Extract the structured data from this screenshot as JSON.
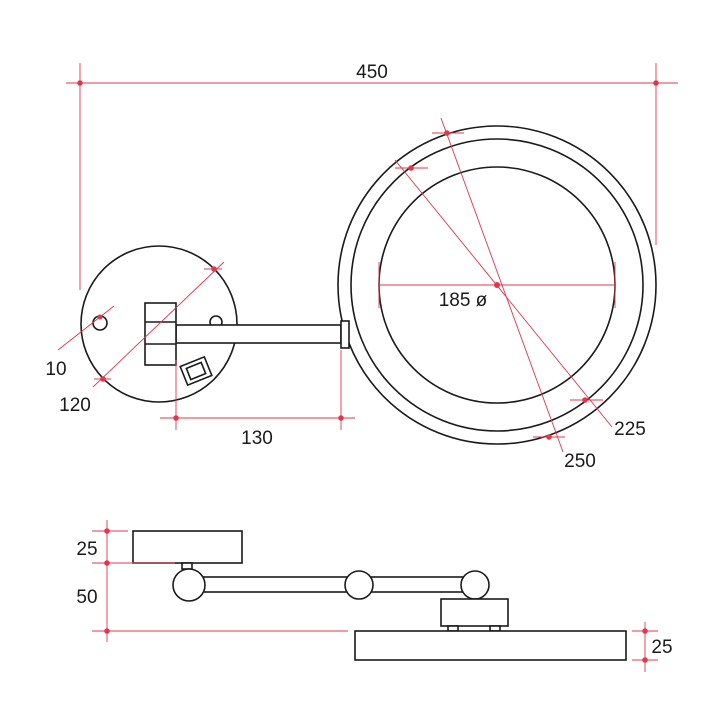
{
  "labels": {
    "overall_width": "450",
    "mirror_diameter": "185 ø",
    "frame_inner": "225",
    "frame_outer": "250",
    "hole": "10",
    "wall_plate": "120",
    "arm_length": "130",
    "plate_depth": "25",
    "arm_offset": "50",
    "mirror_depth": "25"
  },
  "colors": {
    "outline": "#1a1a1a",
    "dimension": "#e0374b",
    "background": "#ffffff"
  }
}
